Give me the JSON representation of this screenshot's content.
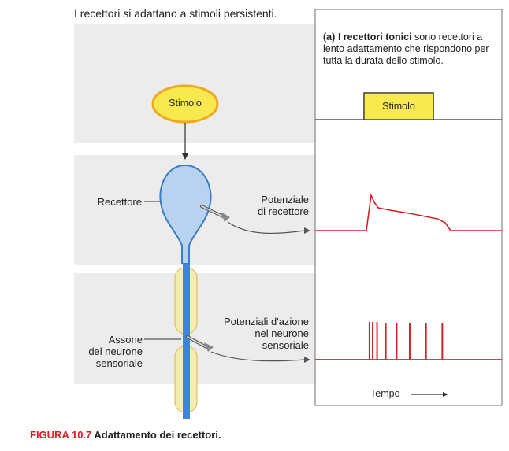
{
  "figure": {
    "title": "I recettori si adattano a stimoli persistenti.",
    "description": {
      "letter": "(a)",
      "pre": "I",
      "bold": "recettori tonici",
      "rest": "sono recettori a lento adattamento che rispondono per tutta la durata dello stimolo."
    },
    "stimulus_oval_label": "Stimolo",
    "stimulus_trace_label": "Stimolo",
    "receptor_label": "Recettore",
    "receptor_potential_label": [
      "Potenziale",
      "di recettore"
    ],
    "action_potentials_label": [
      "Potenziali d'azione",
      "nel neurone",
      "sensoriale"
    ],
    "axon_label": [
      "Assone",
      "del neurone",
      "sensoriale"
    ],
    "time_label": "Tempo",
    "caption_number": "FIGURA 10.7",
    "caption_text": "Adattamento dei recettori."
  },
  "colors": {
    "band": "#ececec",
    "stimulus_yellow": "#f7e94e",
    "stimulus_border": "#f0a81c",
    "receptor_fill": "#b9d2ef",
    "receptor_stroke": "#3b7dc4",
    "axon_blue": "#3d86d4",
    "myelin": "#f7eab2",
    "myelin_stroke": "#d8b34e",
    "trace_red": "#d2232a",
    "caption_red": "#d2232a"
  },
  "spike_train_times": [
    0.05,
    0.08,
    0.12,
    0.2,
    0.3,
    0.42,
    0.57,
    0.72
  ]
}
